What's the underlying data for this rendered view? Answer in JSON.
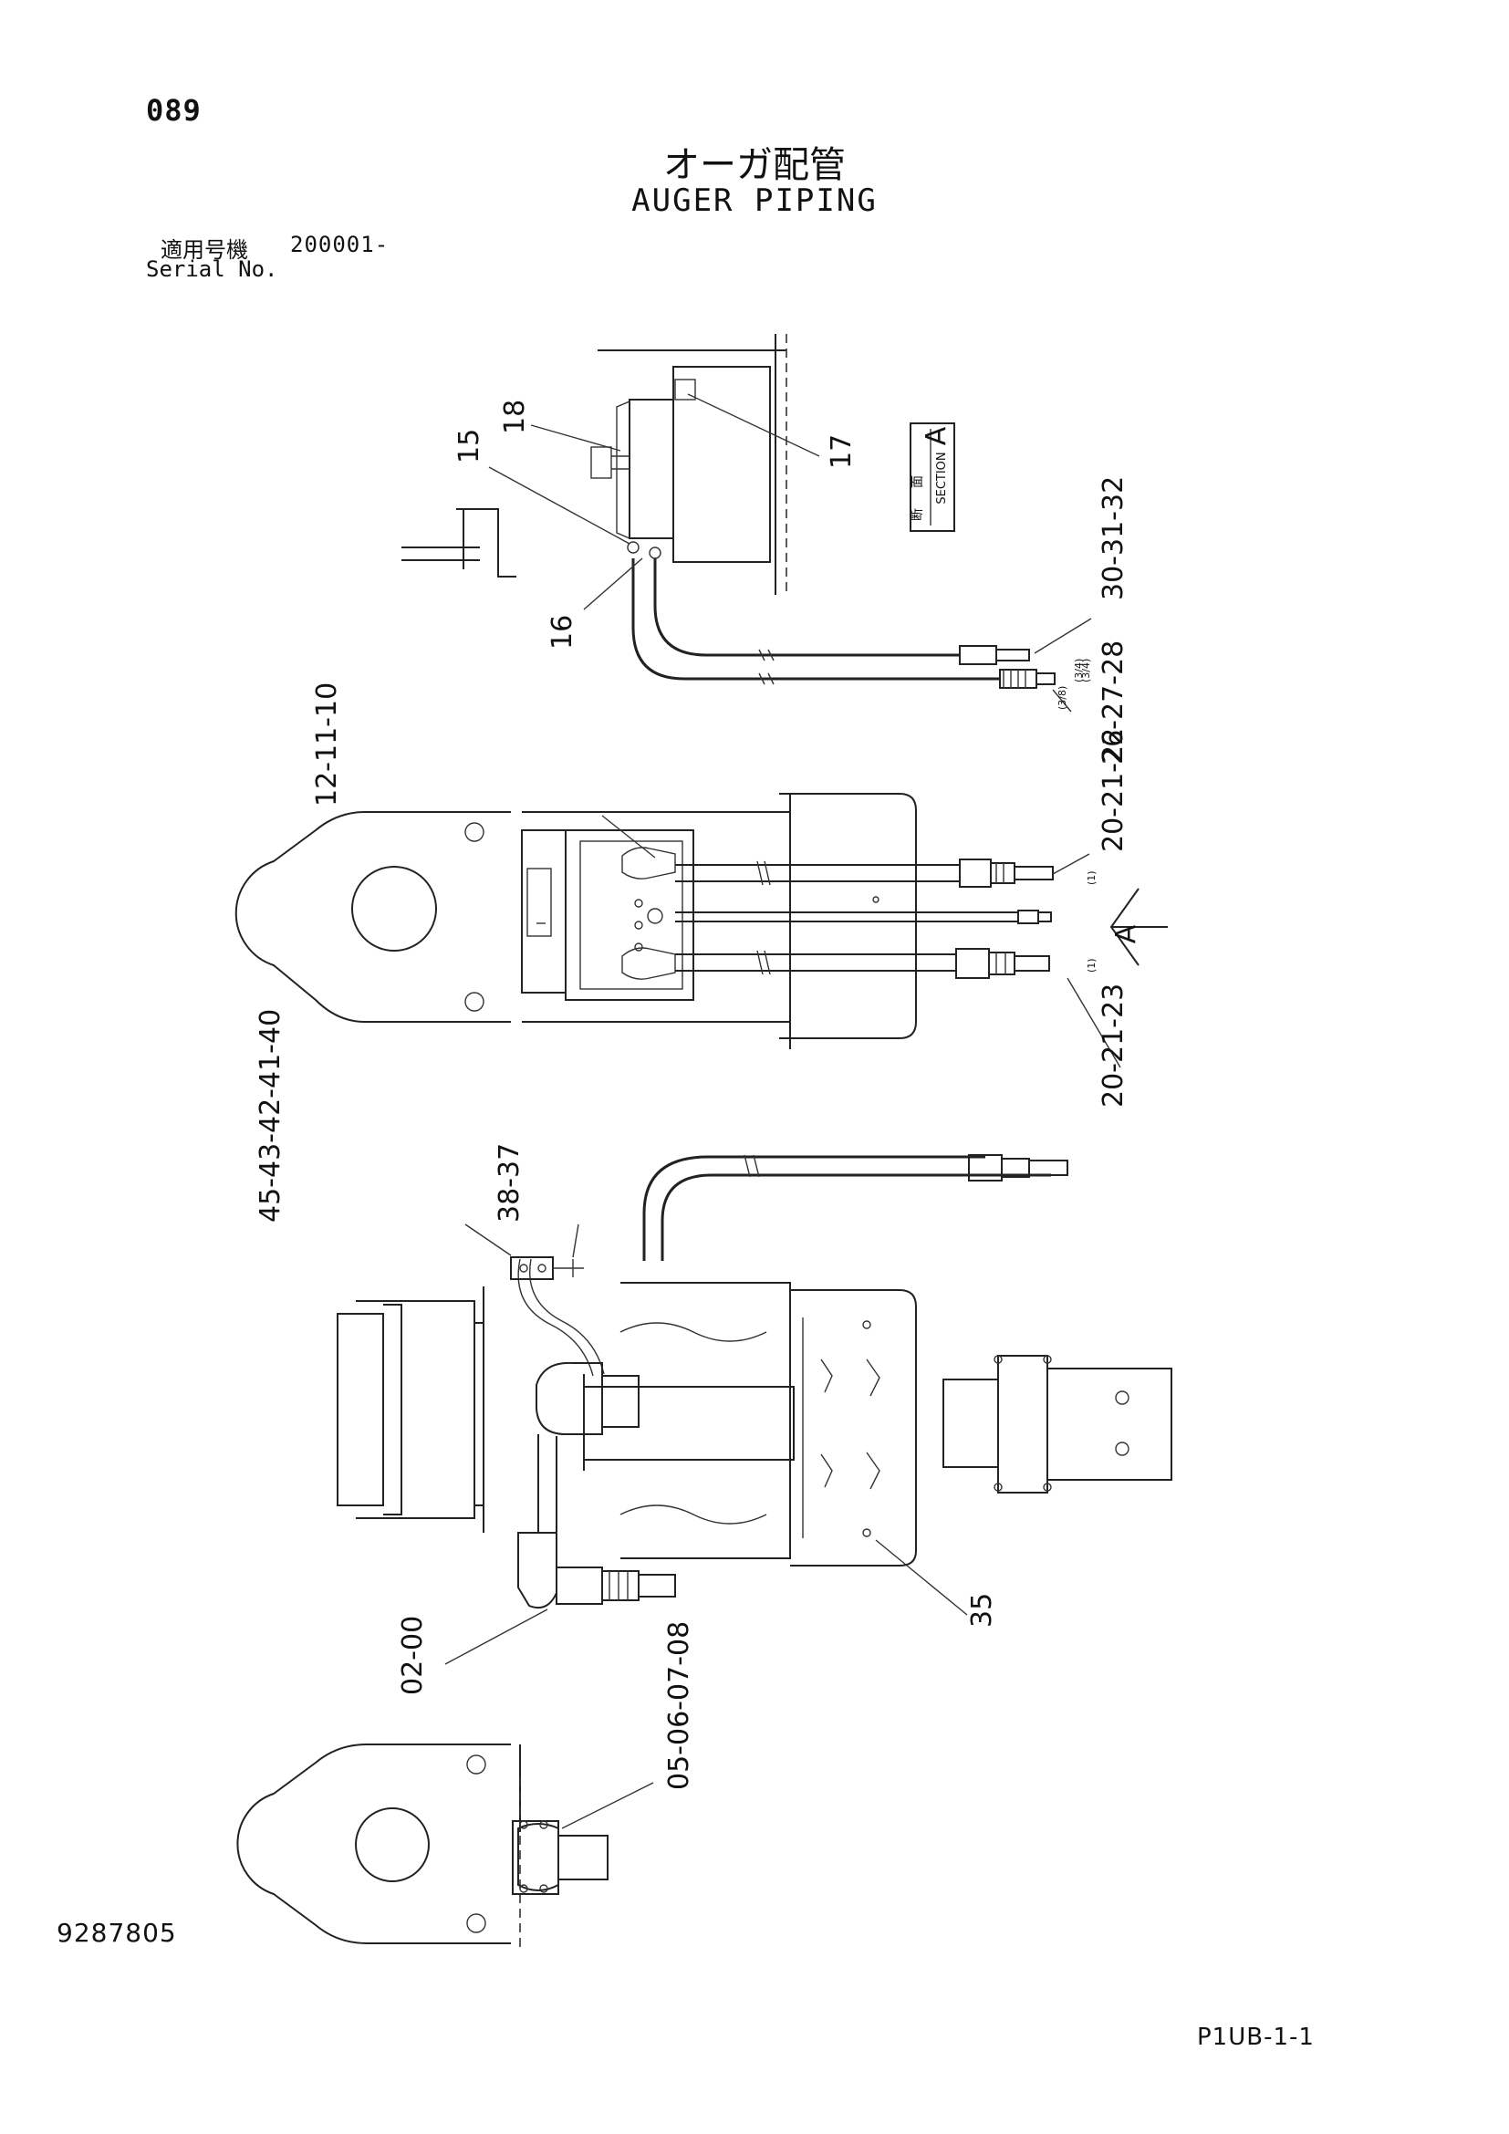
{
  "header": {
    "page_number": "089",
    "title_jp": "オーガ配管",
    "title_en": "AUGER PIPING",
    "serial_label_jp": "適用号機",
    "serial_value": "200001-",
    "serial_label_en": "Serial No."
  },
  "section_box": {
    "jp_a": "断",
    "jp_b": "面",
    "label": "SECTION",
    "letter": "A"
  },
  "view_arrow": {
    "letter": "A"
  },
  "callouts": {
    "c17": "17",
    "c18": "18",
    "c15": "15",
    "c16": "16",
    "c30": "30-31-32",
    "c26": "26-27-28",
    "c12": "12-11-10",
    "c20a": "20-21-22",
    "c20b": "20-21-23",
    "c45": "45-43-42-41-40",
    "c38": "38-37",
    "c35": "35",
    "c02": "02-00",
    "c05": "05-06-07-08"
  },
  "size_notes": {
    "n1": "(3/4)",
    "n2": "(3/8)",
    "n3": "(3/4)",
    "n4": "(1)",
    "n5": "(1)"
  },
  "footer": {
    "drawing_number": "9287805",
    "sheet_ref": "P1UB-1-1"
  }
}
